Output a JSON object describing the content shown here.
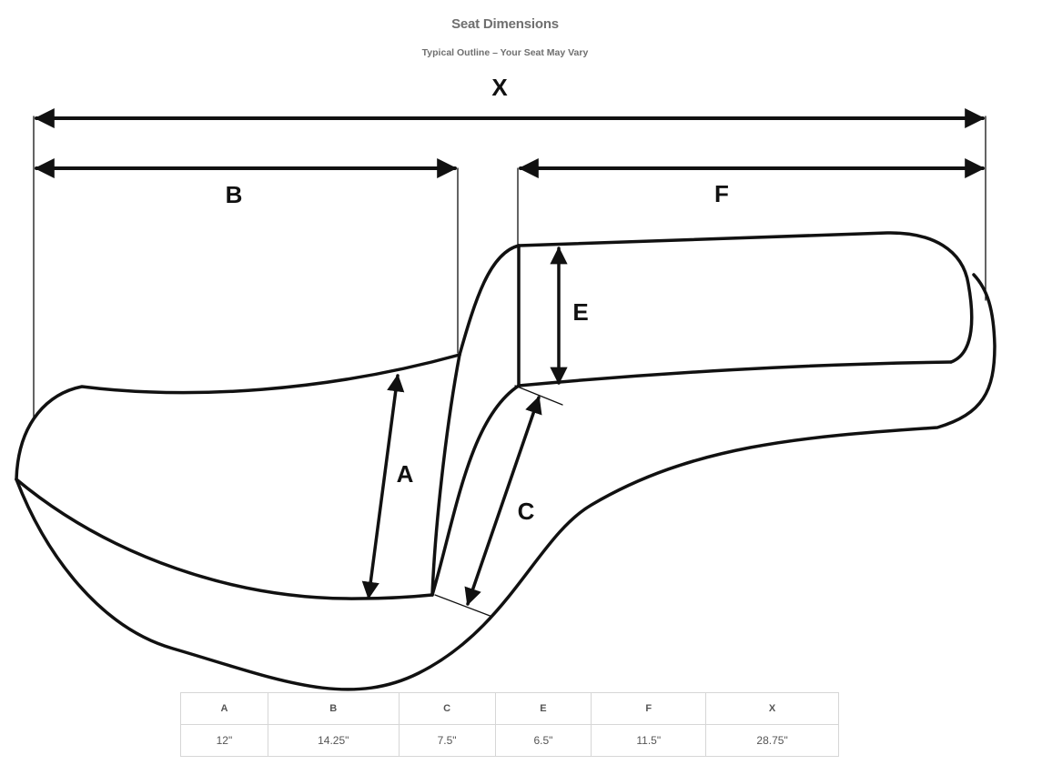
{
  "header": {
    "title": "Seat Dimensions",
    "subtitle": "Typical Outline – Your Seat May Vary"
  },
  "diagram": {
    "labels": {
      "x": "X",
      "b": "B",
      "f": "F",
      "e": "E",
      "a": "A",
      "c": "C"
    },
    "stroke_color": "#111111"
  },
  "table": {
    "headers": [
      "A",
      "B",
      "C",
      "E",
      "F",
      "X"
    ],
    "values": [
      "12\"",
      "14.25\"",
      "7.5\"",
      "6.5\"",
      "11.5\"",
      "28.75\""
    ]
  }
}
